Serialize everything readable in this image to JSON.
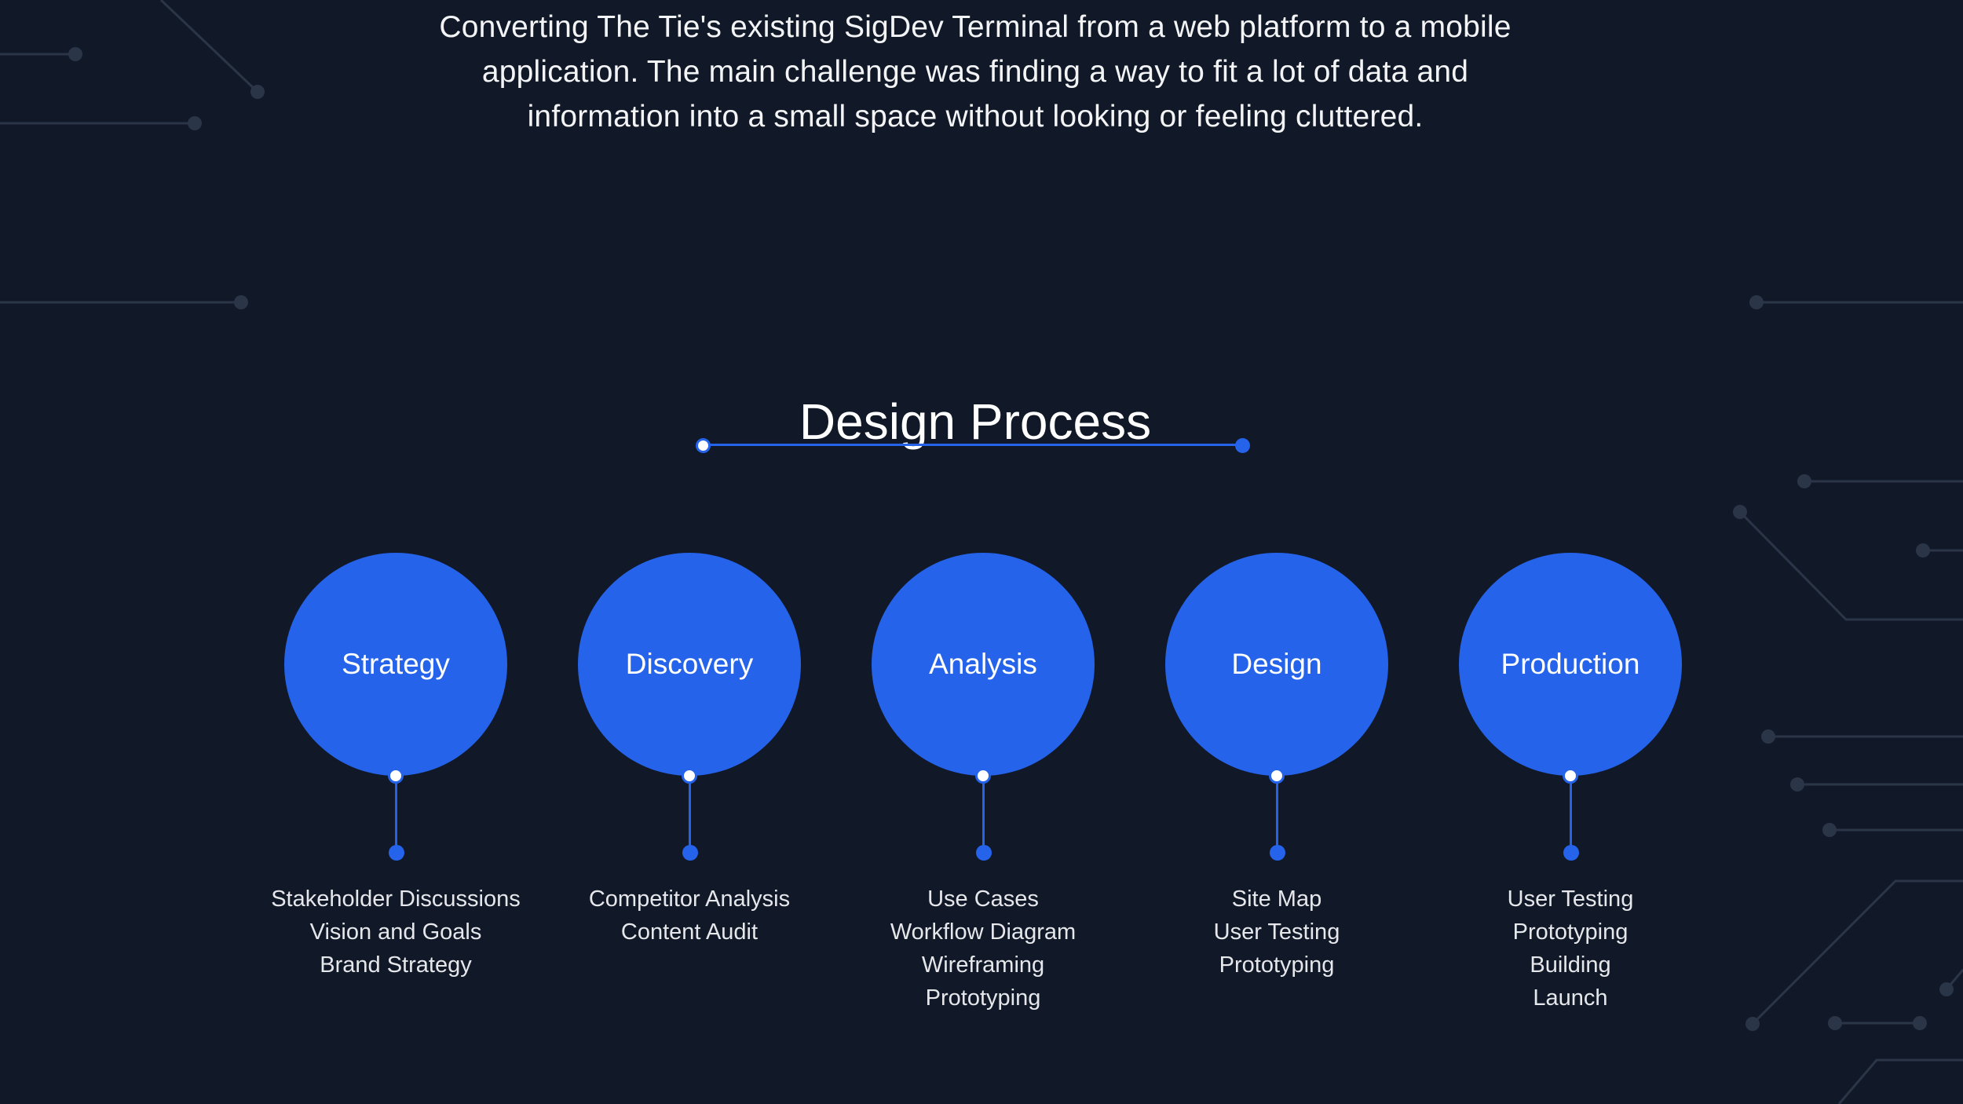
{
  "intro": {
    "lines": [
      "Converting The Tie's existing SigDev Terminal from a web platform to a mobile",
      "application. The main challenge was finding a way to fit a lot of data and",
      "information into a small space without looking or feeling cluttered."
    ]
  },
  "section": {
    "title": "Design Process"
  },
  "colors": {
    "background": "#111827",
    "accent": "#2563eb",
    "circuit": "#2b3548",
    "text": "#ffffff"
  },
  "stages": [
    {
      "title": "Strategy",
      "steps": [
        "Stakeholder Discussions",
        "Vision and Goals",
        "Brand Strategy"
      ]
    },
    {
      "title": "Discovery",
      "steps": [
        "Competitor Analysis",
        "Content Audit"
      ]
    },
    {
      "title": "Analysis",
      "steps": [
        "Use Cases",
        "Workflow Diagram",
        "Wireframing",
        "Prototyping"
      ]
    },
    {
      "title": "Design",
      "steps": [
        "Site Map",
        "User Testing",
        "Prototyping"
      ]
    },
    {
      "title": "Production",
      "steps": [
        "User Testing",
        "Prototyping",
        "Building",
        "Launch"
      ]
    }
  ]
}
